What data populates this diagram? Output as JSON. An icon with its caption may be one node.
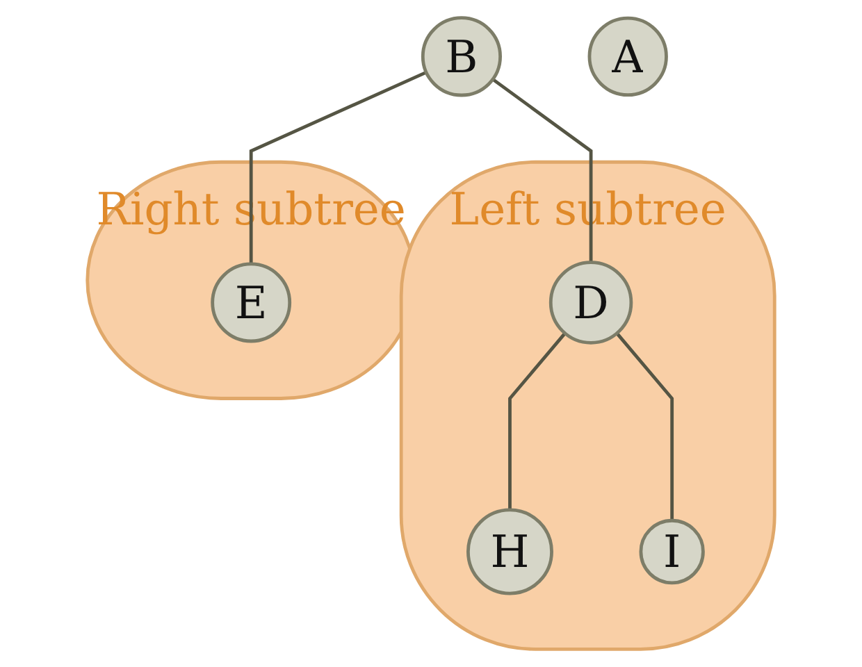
{
  "diagram": {
    "nodes": [
      {
        "text": [
          "B"
        ]
      },
      {
        "text": [
          "Left subtree"
        ]
      },
      {
        "text": [
          "D"
        ],
        "in": 1
      },
      {
        "text": [
          "H"
        ],
        "in": 1
      },
      {
        "text": [
          "I"
        ],
        "in": 1
      },
      {
        "text": [
          "Right subtree"
        ]
      },
      {
        "text": [
          "E"
        ],
        "in": 5
      },
      {
        "text": [
          "A"
        ]
      }
    ],
    "edges": [
      {
        "from": 0,
        "to": 2,
        "arrow": "none"
      },
      {
        "from": 0,
        "to": 6,
        "arrow": "none"
      },
      {
        "from": 2,
        "to": 3,
        "arrow": "none"
      },
      {
        "from": 2,
        "to": 4,
        "arrow": "none"
      }
    ]
  }
}
